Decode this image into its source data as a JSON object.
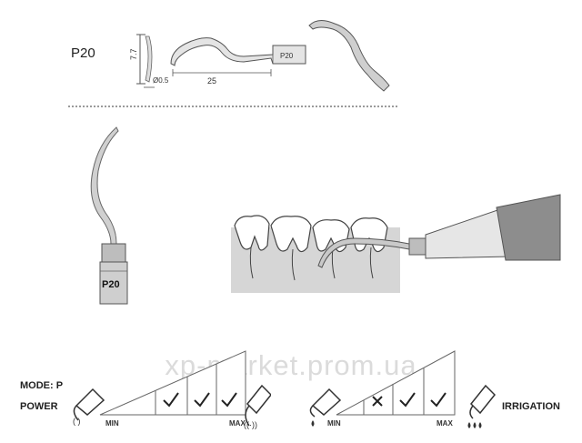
{
  "header": {
    "model": "P20"
  },
  "dimensions": {
    "height": "7.7",
    "diameter": "Ø0.5",
    "length": "25",
    "tip_marking": "P20"
  },
  "tip_label": "P20",
  "settings": {
    "mode_label": "MODE: P",
    "power_label": "POWER",
    "irrigation_label": "IRRIGATION",
    "power_scale": {
      "min": "MIN",
      "max": "MAX",
      "levels": [
        "check",
        "check",
        "check"
      ]
    },
    "irrigation_scale": {
      "min": "MIN",
      "max": "MAX",
      "levels": [
        "cross",
        "check",
        "check"
      ]
    }
  },
  "watermark": "xp-market.prom.ua",
  "colors": {
    "line": "#555555",
    "metal": "#c9c9c9",
    "handpiece": "#8d8d8d",
    "bone": "#d6d6d6"
  }
}
